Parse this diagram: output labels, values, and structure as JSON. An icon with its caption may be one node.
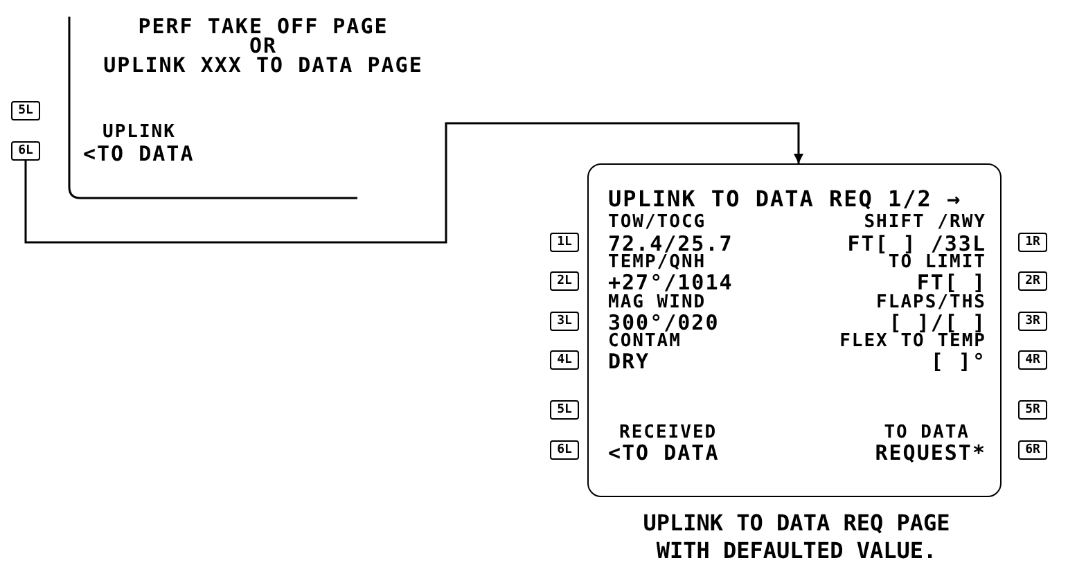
{
  "diagram": {
    "caption": "UPLINK TO DATA REQ PAGE WITH DEFAULTED VALUE.",
    "nodes": [
      {
        "text": [
          "PERF TAKE OFF PAGE",
          "OR",
          "UPLINK XXX TO DATA PAGE",
          "UPLINK",
          "<TO DATA"
        ]
      },
      {
        "text": [
          "5L"
        ]
      },
      {
        "text": [
          "6L"
        ]
      },
      {
        "text": [
          "UPLINK TO DATA REQ 1/2 →",
          "TOW/TOCG",
          "SHIFT /RWY",
          "72.4/25.7",
          "FT[ ] /33L",
          "TEMP/QNH",
          "TO LIMIT",
          "+27°/1014",
          "FT[ ]",
          "MAG WIND",
          "FLAPS/THS",
          "300°/020",
          "[ ]/[ ]",
          "CONTAM",
          "FLEX TO TEMP",
          "DRY",
          "[ ]°",
          "RECEIVED",
          "TO DATA",
          "<TO DATA",
          "REQUEST*"
        ]
      },
      {
        "text": [
          "1L"
        ]
      },
      {
        "text": [
          "2L"
        ]
      },
      {
        "text": [
          "3L"
        ]
      },
      {
        "text": [
          "4L"
        ]
      },
      {
        "text": [
          "5L"
        ]
      },
      {
        "text": [
          "6L"
        ]
      },
      {
        "text": [
          "1R"
        ]
      },
      {
        "text": [
          "2R"
        ]
      },
      {
        "text": [
          "3R"
        ]
      },
      {
        "text": [
          "4R"
        ]
      },
      {
        "text": [
          "5R"
        ]
      },
      {
        "text": [
          "6R"
        ]
      }
    ],
    "edges": [
      {
        "from": 2,
        "to": 3,
        "arrow": "to"
      }
    ]
  }
}
